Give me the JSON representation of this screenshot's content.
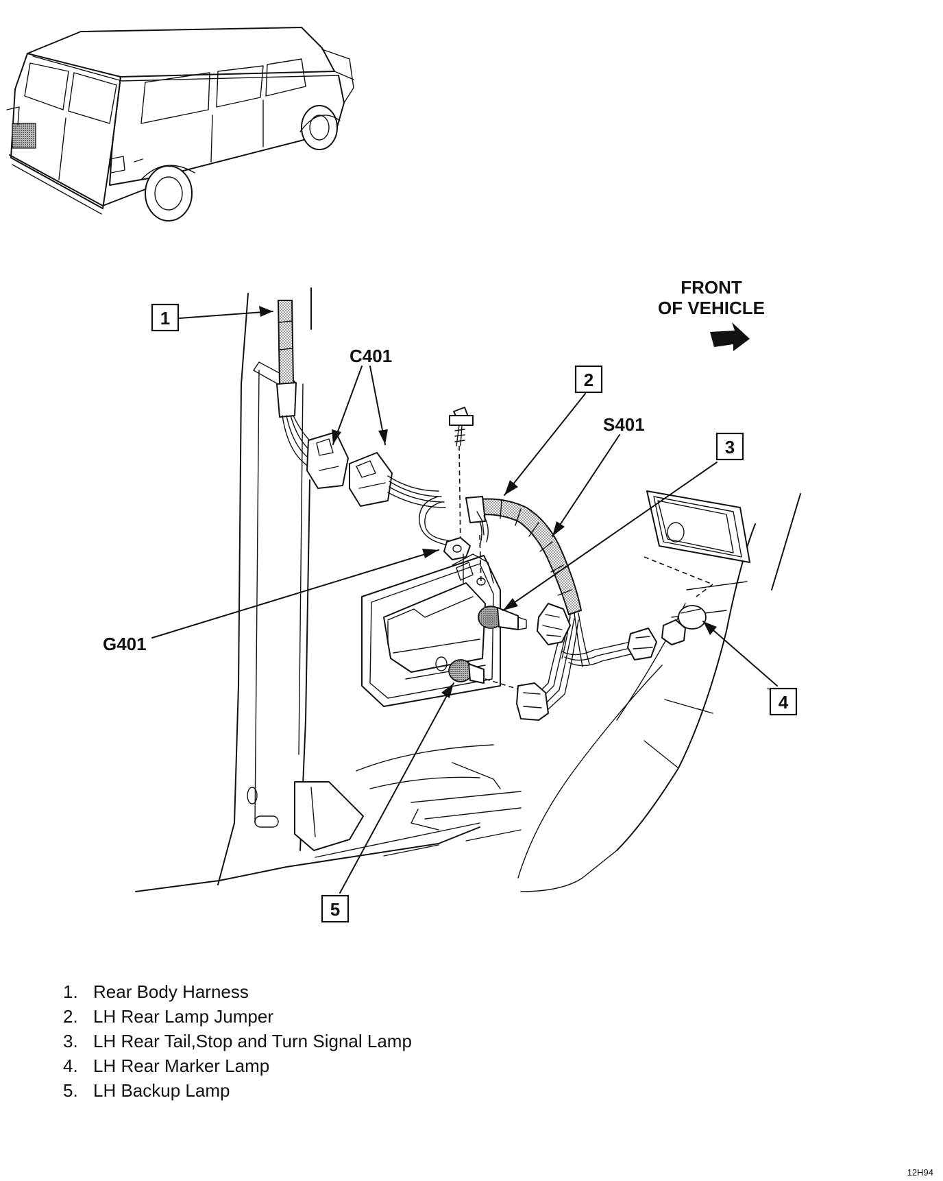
{
  "callouts": {
    "c401": "C401",
    "s401": "S401",
    "g401": "G401"
  },
  "direction": {
    "line1": "FRONT",
    "line2": "OF VEHICLE"
  },
  "boxes": [
    "1",
    "2",
    "3",
    "4",
    "5"
  ],
  "legend": [
    {
      "num": "1.",
      "label": "Rear Body Harness"
    },
    {
      "num": "2.",
      "label": "LH Rear Lamp Jumper"
    },
    {
      "num": "3.",
      "label": "LH Rear Tail,Stop and Turn Signal Lamp"
    },
    {
      "num": "4.",
      "label": "LH Rear Marker Lamp"
    },
    {
      "num": "5.",
      "label": "LH Backup Lamp"
    }
  ],
  "figure_id": "12H94",
  "icons": {
    "direction_arrow": "arrow-right-icon",
    "vehicle": "van-icon"
  }
}
